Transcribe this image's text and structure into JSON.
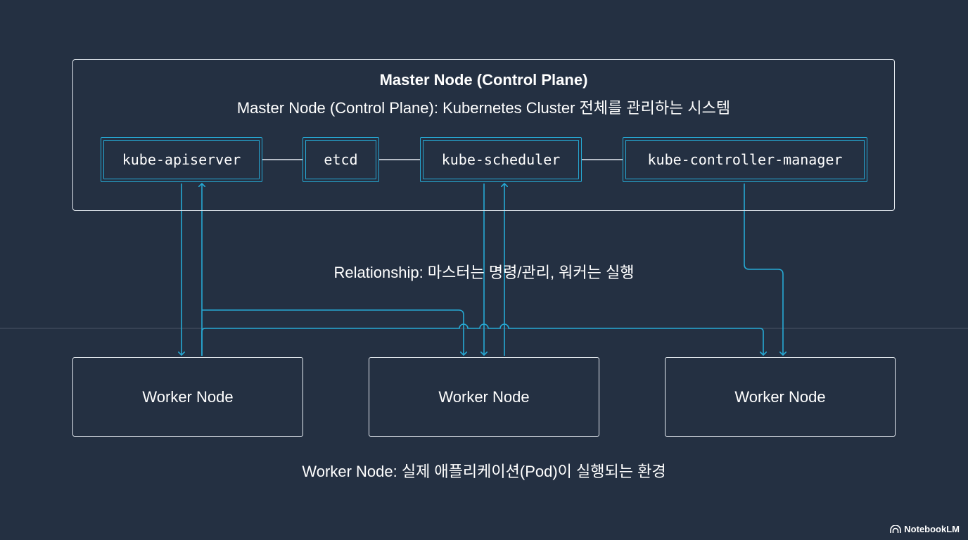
{
  "master": {
    "title": "Master Node (Control Plane)",
    "description": "Master Node (Control Plane): Kubernetes Cluster 전체를 관리하는 시스템",
    "components": [
      "kube-apiserver",
      "etcd",
      "kube-scheduler",
      "kube-controller-manager"
    ]
  },
  "relationship": "Relationship: 마스터는 명령/관리, 워커는 실행",
  "workers": {
    "nodes": [
      "Worker Node",
      "Worker Node",
      "Worker Node"
    ],
    "description": "Worker Node: 실제 애플리케이션(Pod)이 실행되는 환경"
  },
  "brand": {
    "label": "NotebookLM"
  },
  "colors": {
    "background": "#243042",
    "connector": "#26a9d4",
    "border": "#e6ebf1"
  }
}
